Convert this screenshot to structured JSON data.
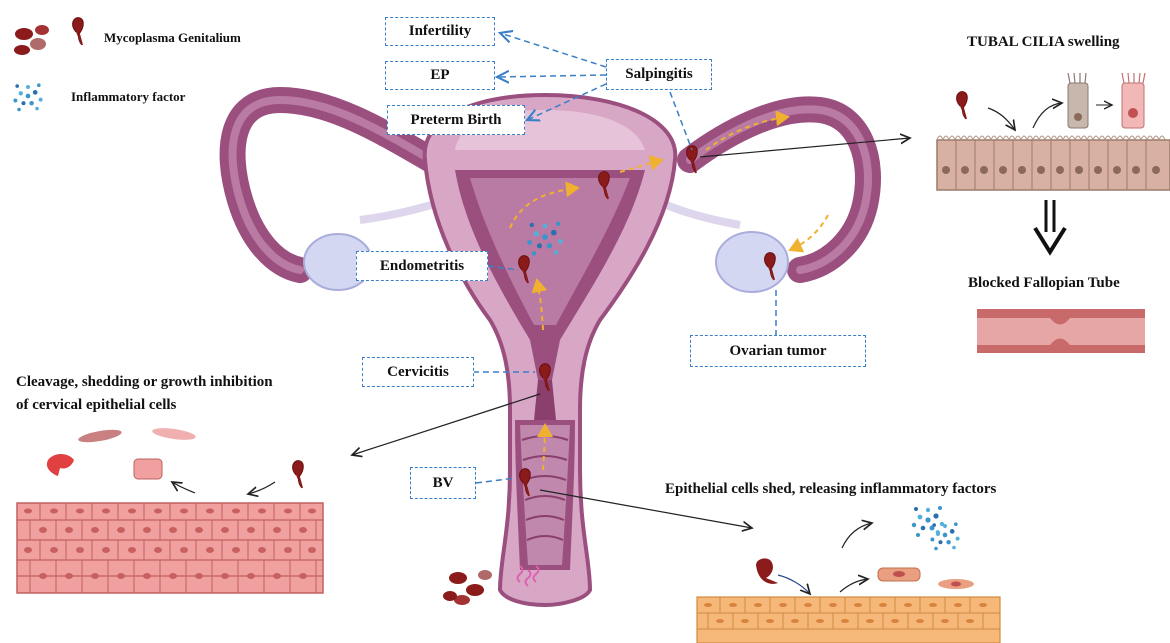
{
  "legend": {
    "mycoplasma": "Mycoplasma Genitalium",
    "inflammatory": "Inflammatory factor"
  },
  "conditions": {
    "infertility": "Infertility",
    "ep": "EP",
    "preterm": "Preterm Birth",
    "salpingitis": "Salpingitis",
    "endometritis": "Endometritis",
    "cervicitis": "Cervicitis",
    "bv": "BV",
    "ovarian": "Ovarian tumor"
  },
  "panels": {
    "tubal_title": "TUBAL CILIA swelling",
    "blocked": "Blocked Fallopian Tube",
    "cervical_line1": "Cleavage, shedding or growth inhibition",
    "cervical_line2": "of cervical epithelial cells",
    "vaginal_title": "Epithelial cells shed, releasing inflammatory factors"
  },
  "colors": {
    "uterus": "#9b4f7f",
    "uterus_light": "#d8a7c6",
    "uterus_inner": "#b97aa3",
    "ovary": "#d4d7f2",
    "bacterium": "#8b1a1a",
    "dashed_box": "#3b7fc7",
    "cervical_cells": "#f1a0a0",
    "tubal_cells": "#d8b1a3",
    "vaginal_cells": "#f5b878",
    "inflam_dots": "#3a95c9"
  }
}
